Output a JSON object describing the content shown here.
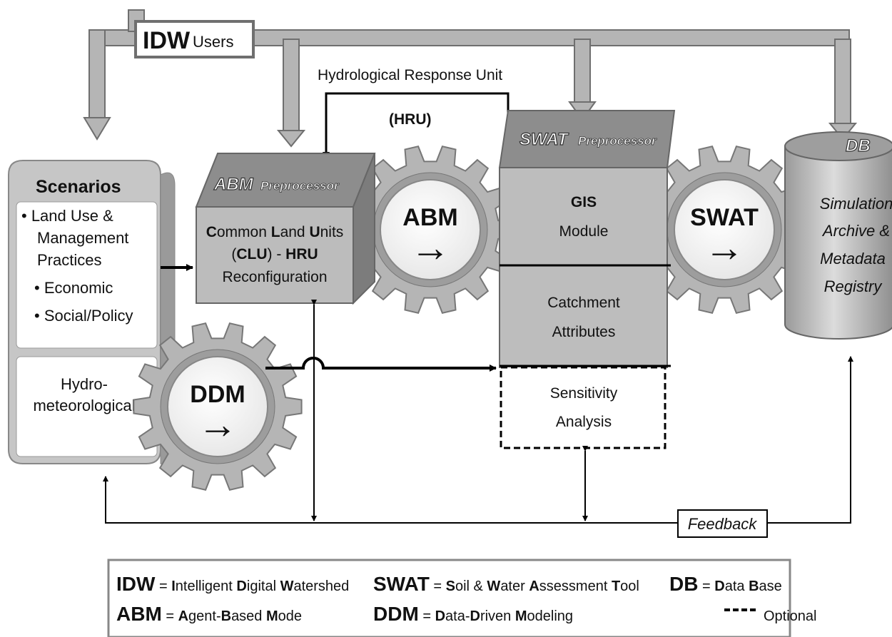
{
  "idw_users": {
    "abbr": "IDW",
    "label": "Users"
  },
  "hru": {
    "title": "Hydrological Response Unit",
    "abbr": "(HRU)"
  },
  "scenarios": {
    "title": "Scenarios",
    "items": [
      {
        "lines": [
          "• Land Use &",
          "Management",
          "Practices"
        ]
      },
      {
        "lines": [
          "• Economic"
        ]
      },
      {
        "lines": [
          "• Social/Policy"
        ]
      }
    ],
    "hydro": [
      "Hydro-",
      "meteorological"
    ]
  },
  "abm_pre": {
    "header_abbr": "ABM",
    "header_rest": "Preprocessor",
    "line1": [
      {
        "t": "C",
        "b": true
      },
      {
        "t": "ommon ",
        "b": false
      },
      {
        "t": "L",
        "b": true
      },
      {
        "t": "and ",
        "b": false
      },
      {
        "t": "U",
        "b": true
      },
      {
        "t": "nits",
        "b": false
      }
    ],
    "line2": [
      {
        "t": "(",
        "b": false
      },
      {
        "t": "CLU",
        "b": true
      },
      {
        "t": ") - ",
        "b": false
      },
      {
        "t": "HRU",
        "b": true
      }
    ],
    "line3": "Reconfiguration"
  },
  "gears": {
    "abm": "ABM",
    "swat": "SWAT",
    "ddm": "DDM",
    "arrow_glyph": "→"
  },
  "swat_pre": {
    "header_abbr": "SWAT",
    "header_rest": "Preprocessor",
    "gis": [
      "GIS",
      "Module"
    ],
    "catchment": [
      "Catchment",
      "Attributes"
    ],
    "sensitivity": [
      "Sensitivity",
      "Analysis"
    ]
  },
  "db": {
    "label": "DB",
    "text": [
      "Simulation",
      "Archive &",
      "Metadata",
      "Registry"
    ]
  },
  "feedback": "Feedback",
  "legend": {
    "items": [
      {
        "abbr": "IDW",
        "eq": " = ",
        "parts": [
          {
            "t": "I",
            "b": true
          },
          {
            "t": "ntelligent ",
            "b": false
          },
          {
            "t": "D",
            "b": true
          },
          {
            "t": "igital ",
            "b": false
          },
          {
            "t": "W",
            "b": true
          },
          {
            "t": "atershed",
            "b": false
          }
        ]
      },
      {
        "abbr": "SWAT",
        "eq": " = ",
        "parts": [
          {
            "t": "S",
            "b": true
          },
          {
            "t": "oil & ",
            "b": false
          },
          {
            "t": "W",
            "b": true
          },
          {
            "t": "ater ",
            "b": false
          },
          {
            "t": "A",
            "b": true
          },
          {
            "t": "ssessment ",
            "b": false
          },
          {
            "t": "T",
            "b": true
          },
          {
            "t": "ool",
            "b": false
          }
        ]
      },
      {
        "abbr": "DB",
        "eq": " = ",
        "parts": [
          {
            "t": "D",
            "b": true
          },
          {
            "t": "ata ",
            "b": false
          },
          {
            "t": "B",
            "b": true
          },
          {
            "t": "ase",
            "b": false
          }
        ]
      },
      {
        "abbr": "ABM",
        "eq": " = ",
        "parts": [
          {
            "t": "A",
            "b": true
          },
          {
            "t": "gent-",
            "b": false
          },
          {
            "t": "B",
            "b": true
          },
          {
            "t": "ased ",
            "b": false
          },
          {
            "t": "M",
            "b": true
          },
          {
            "t": "ode",
            "b": false
          }
        ]
      },
      {
        "abbr": "DDM",
        "eq": " = ",
        "parts": [
          {
            "t": "D",
            "b": true
          },
          {
            "t": "ata-",
            "b": false
          },
          {
            "t": "D",
            "b": true
          },
          {
            "t": "riven ",
            "b": false
          },
          {
            "t": "M",
            "b": true
          },
          {
            "t": "odeling",
            "b": false
          }
        ]
      },
      {
        "abbr": "",
        "eq": "",
        "parts": [
          {
            "t": "Optional",
            "b": false
          }
        ]
      }
    ]
  },
  "colors": {
    "box_fill": "#b9b9b9",
    "box_dark": "#8d8d8d",
    "box_light": "#d2d2d2",
    "gear_fill": "#b5b5b5",
    "text_dark": "#111111"
  }
}
